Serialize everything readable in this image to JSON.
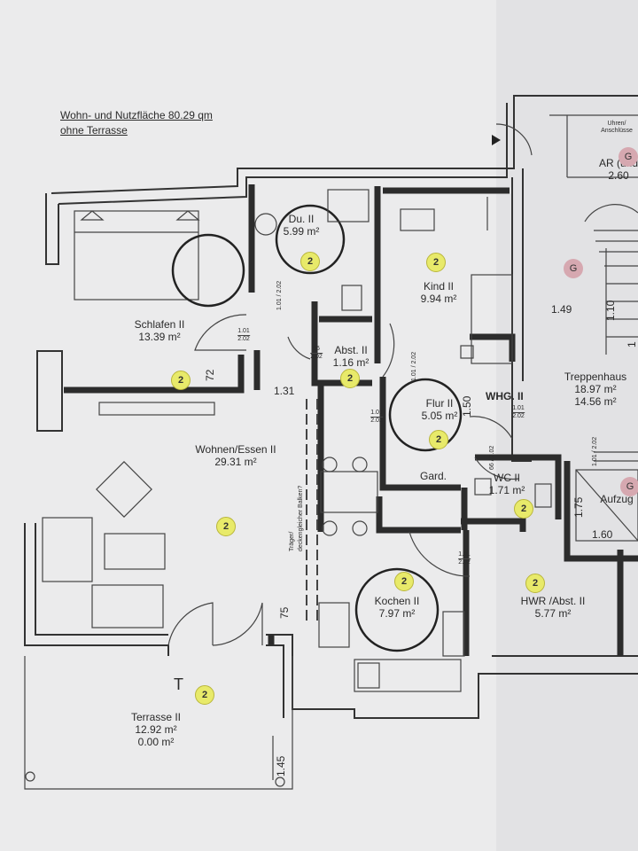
{
  "header": {
    "line1": "Wohn- und Nutzfläche 80.29 qm",
    "line2": "ohne Terrasse"
  },
  "rooms": {
    "du": {
      "name": "Du. II",
      "area": "5.99 m²"
    },
    "kind": {
      "name": "Kind II",
      "area": "9.94 m²"
    },
    "schlafen": {
      "name": "Schlafen II",
      "area": "13.39 m²"
    },
    "abst": {
      "name": "Abst. II",
      "area": "1.16 m²"
    },
    "flur": {
      "name": "Flur II",
      "area": "5.05 m²"
    },
    "wohnen": {
      "name": "Wohnen/Essen II",
      "area": "29.31 m²"
    },
    "treppenhaus": {
      "name": "Treppenhaus",
      "area1": "18.97 m²",
      "area2": "14.56 m²"
    },
    "wc": {
      "name": "WC II",
      "area": "1.71 m²"
    },
    "aufzug": {
      "name": "Aufzug"
    },
    "gard": {
      "name": "Gard."
    },
    "kochen": {
      "name": "Kochen II",
      "area": "7.97 m²"
    },
    "hwr": {
      "name": "HWR /Abst. II",
      "area": "5.77 m²"
    },
    "terrasse": {
      "name": "Terrasse II",
      "area1": "12.92 m²",
      "area2": "0.00 m²"
    },
    "ar": {
      "name": "AR (und",
      "area": "2.60"
    }
  },
  "unit_label": "WHG. II",
  "utility_note": {
    "line1": "Uhren/",
    "line2": "Anschlüsse"
  },
  "beam_note": {
    "line1": "Träger/",
    "line2": "deckengleicher Balken?"
  },
  "dimensions": {
    "d131": "1.31",
    "d149": "1.49",
    "d160": "1.60",
    "d72": "72",
    "d75": "75",
    "d150": "1.50",
    "d175": "1.75",
    "d145": "1.45",
    "d110": "1.10",
    "d1": "1"
  },
  "doors": {
    "schlafen": {
      "w": "1.01",
      "h": "2.02"
    },
    "abst": {
      "w": "66",
      "h": "2.02"
    },
    "flur": {
      "w": "1.01",
      "h": "2.02"
    },
    "flur_side": {
      "w": "1.01",
      "h": "2.02"
    },
    "du": {
      "w": "1.01",
      "h": "2.02"
    },
    "kind": {
      "w": "1.01",
      "h": "2.02"
    },
    "whg": {
      "w": "1.01",
      "h": "2.02"
    },
    "wc": {
      "w": "66",
      "h": "2.02"
    },
    "hwr": {
      "w": "1.01",
      "h": "2.02"
    },
    "right": {
      "w": "1.01",
      "h": "2.02"
    }
  },
  "markers": {
    "two": "2",
    "g": "G"
  },
  "misc": {
    "t_mark": "T"
  }
}
